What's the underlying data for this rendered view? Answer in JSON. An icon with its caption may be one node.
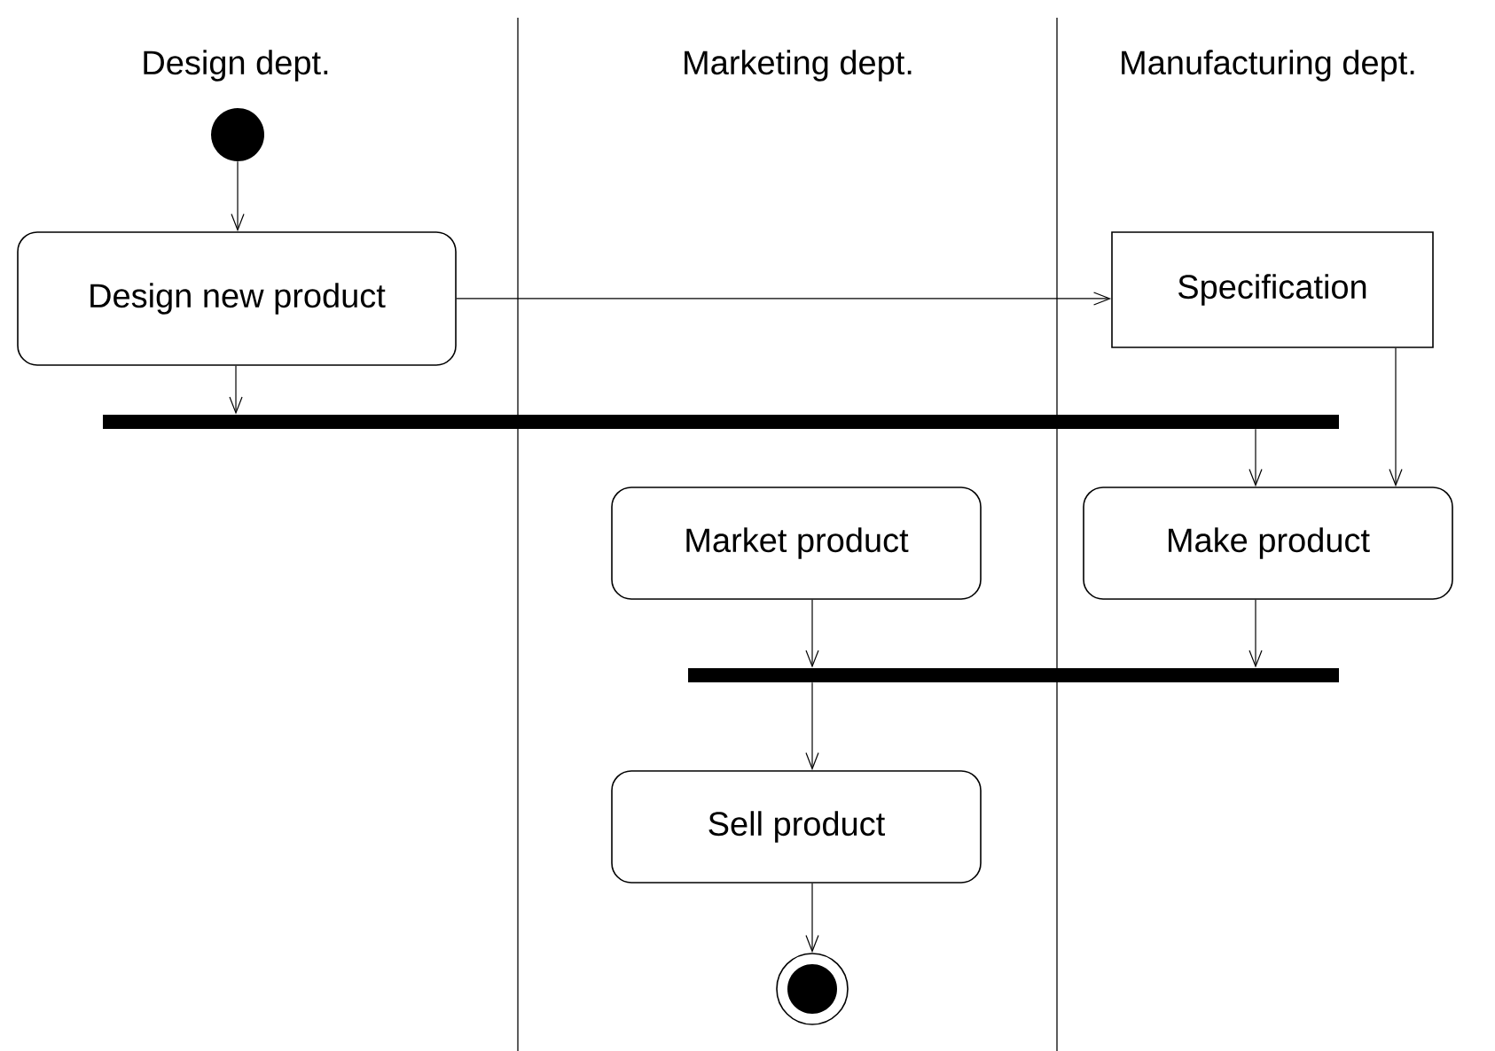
{
  "diagram": {
    "nodes": [
      {
        "text": [],
        "shape": "circle"
      },
      {
        "text": [
          "Design new product"
        ]
      },
      {
        "text": [
          "Specification"
        ]
      },
      {
        "text": [],
        "shape": "bar"
      },
      {
        "text": [
          "Market product"
        ]
      },
      {
        "text": [
          "Make product"
        ]
      },
      {
        "text": [],
        "shape": "bar"
      },
      {
        "text": [
          "Sell product"
        ]
      },
      {
        "text": [],
        "shape": "circle"
      }
    ],
    "edges": [
      {
        "from": 0,
        "to": 1,
        "arrow": "to"
      },
      {
        "from": 1,
        "to": 2,
        "arrow": "to"
      },
      {
        "from": 1,
        "to": 3,
        "arrow": "to"
      },
      {
        "from": 3,
        "to": 5,
        "arrow": "to"
      },
      {
        "from": 2,
        "to": 5,
        "arrow": "to"
      },
      {
        "from": 4,
        "to": 6,
        "arrow": "to"
      },
      {
        "from": 5,
        "to": 6,
        "arrow": "to"
      },
      {
        "from": 6,
        "to": 7,
        "arrow": "to"
      },
      {
        "from": 7,
        "to": 8,
        "arrow": "to"
      }
    ],
    "labels": [
      "Design dept.",
      "Marketing dept.",
      "Manufacturing dept."
    ]
  }
}
